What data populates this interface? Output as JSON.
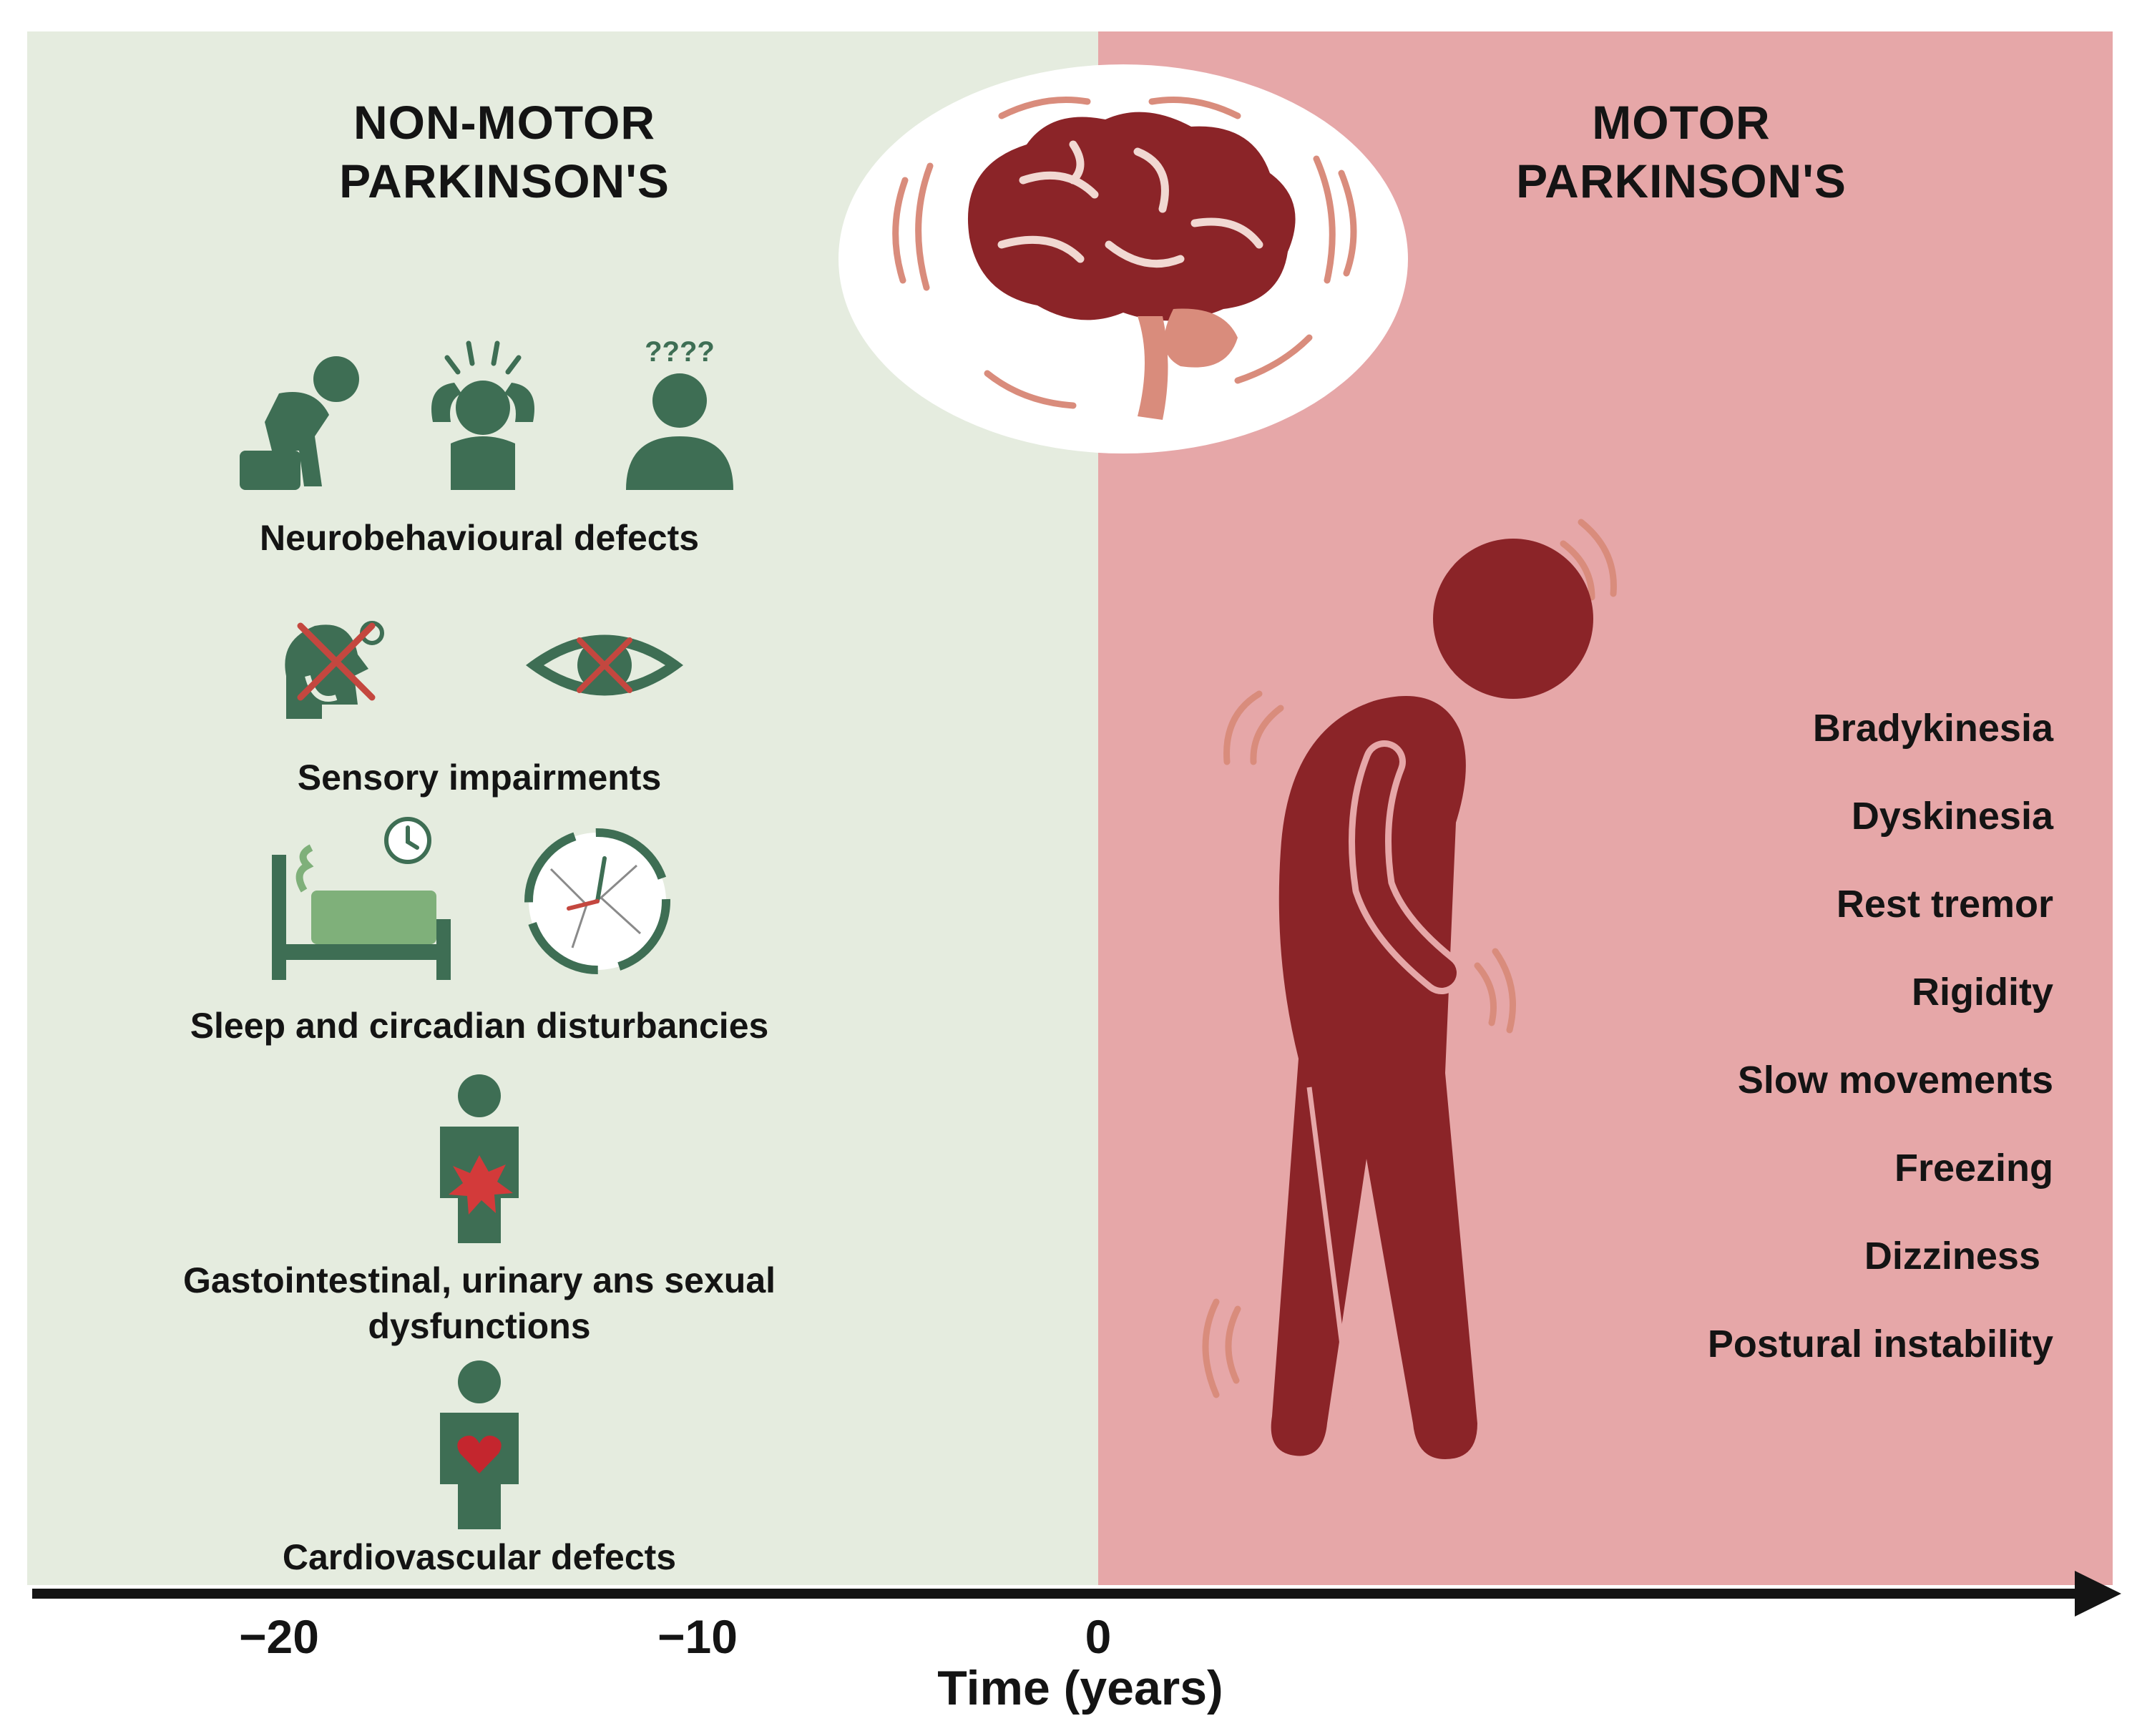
{
  "panels": {
    "non_motor": {
      "heading_line1": "NON-MOTOR",
      "heading_line2": "PARKINSON'S",
      "groups": [
        {
          "caption": "Neurobehavioural defects",
          "icons": [
            "depressed-person-icon",
            "stressed-person-icon",
            "confused-person-icon"
          ],
          "icon_text": "????"
        },
        {
          "caption": "Sensory impairments",
          "icons": [
            "smell-loss-icon",
            "vision-loss-icon"
          ]
        },
        {
          "caption": "Sleep and circadian disturbancies",
          "icons": [
            "bed-sleep-icon",
            "broken-clock-icon"
          ]
        },
        {
          "caption_line1": "Gastointestinal, urinary ans sexual",
          "caption_line2": "dysfunctions",
          "icons": [
            "gut-pain-person-icon"
          ]
        },
        {
          "caption": "Cardiovascular defects",
          "icons": [
            "heart-person-icon"
          ]
        }
      ]
    },
    "motor": {
      "heading_line1": "MOTOR",
      "heading_line2": "PARKINSON'S",
      "symptoms": [
        "Bradykinesia",
        "Dyskinesia",
        "Rest tremor",
        "Rigidity",
        "Slow movements",
        "Freezing",
        "Dizziness",
        "Postural instability"
      ],
      "figure_icon": "stooped-tremor-person-icon"
    }
  },
  "center_icon": "brain-icon",
  "timeline": {
    "tick_labels": [
      "−20",
      "−10",
      "0"
    ],
    "axis_title": "Time (years)"
  },
  "colors": {
    "non_motor_bg": "#e5ecdf",
    "motor_bg": "#e6a7a8",
    "non_motor_icon": "#3e6e54",
    "motor_figure": "#8b2428",
    "tremor_marks": "#d98c7c"
  }
}
